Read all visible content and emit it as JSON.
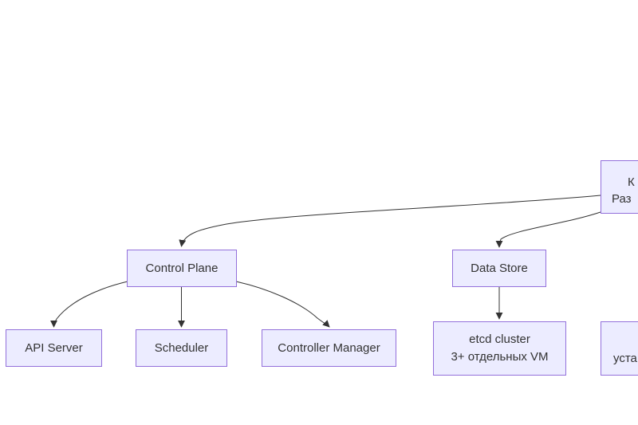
{
  "diagram_type": "flowchart",
  "colors": {
    "background": "#ffffff",
    "node_fill": "#ececff",
    "node_border": "#9370db",
    "edge": "#333333",
    "text": "#333333"
  },
  "nodes": {
    "root_clipped": {
      "line1": "К",
      "line2": "Раз"
    },
    "control_plane": {
      "label": "Control Plane"
    },
    "data_store": {
      "label": "Data Store"
    },
    "api_server": {
      "label": "API Server"
    },
    "scheduler": {
      "label": "Scheduler"
    },
    "controller_manager": {
      "label": "Controller Manager"
    },
    "etcd_cluster": {
      "line1": "etcd cluster",
      "line2": "3+ отдельных VM"
    },
    "bottom_right_clipped": {
      "line1": "уста"
    }
  },
  "edges": [
    {
      "from": "root_clipped",
      "to": "control_plane"
    },
    {
      "from": "root_clipped",
      "to": "data_store"
    },
    {
      "from": "control_plane",
      "to": "api_server"
    },
    {
      "from": "control_plane",
      "to": "scheduler"
    },
    {
      "from": "control_plane",
      "to": "controller_manager"
    },
    {
      "from": "data_store",
      "to": "etcd_cluster"
    }
  ]
}
